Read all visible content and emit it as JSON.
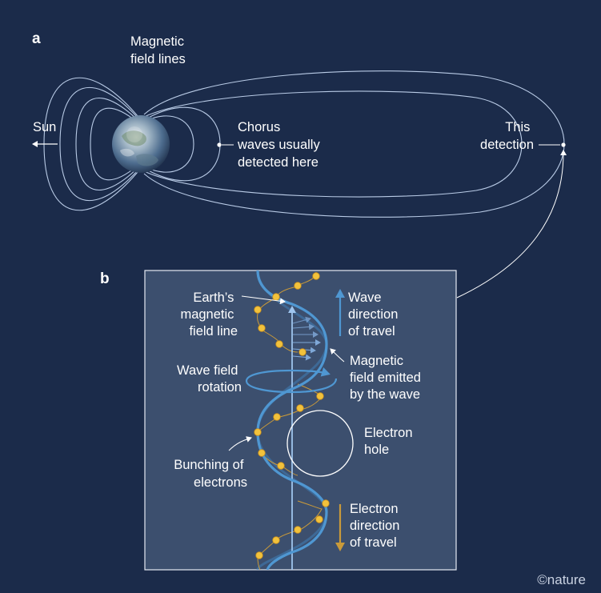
{
  "panel_a": {
    "letter": "a",
    "field_lines_label": [
      "Magnetic",
      "field lines"
    ],
    "sun_label": "Sun",
    "chorus_label": [
      "Chorus",
      "waves usually",
      "detected here"
    ],
    "detection_label": [
      "This",
      "detection"
    ]
  },
  "panel_b": {
    "letter": "b",
    "field_line_label": [
      "Earth’s",
      "magnetic",
      "field line"
    ],
    "wave_direction_label": [
      "Wave",
      "direction",
      "of travel"
    ],
    "magnetic_field_label": [
      "Magnetic",
      "field emitted",
      "by the wave"
    ],
    "wave_rotation_label": [
      "Wave field",
      "rotation"
    ],
    "electron_hole_label": [
      "Electron",
      "hole"
    ],
    "bunching_label": [
      "Bunching of",
      "electrons"
    ],
    "electron_direction_label": [
      "Electron",
      "direction",
      "of travel"
    ]
  },
  "credit": "©nature",
  "colors": {
    "background": "#1b2b4a",
    "panel_fill": "#3c4f6e",
    "field_line": "#b9cbe6",
    "wave_helix": "#4f97d2",
    "electron": "#f2c23c",
    "electron_arrow": "#c99a3a"
  }
}
